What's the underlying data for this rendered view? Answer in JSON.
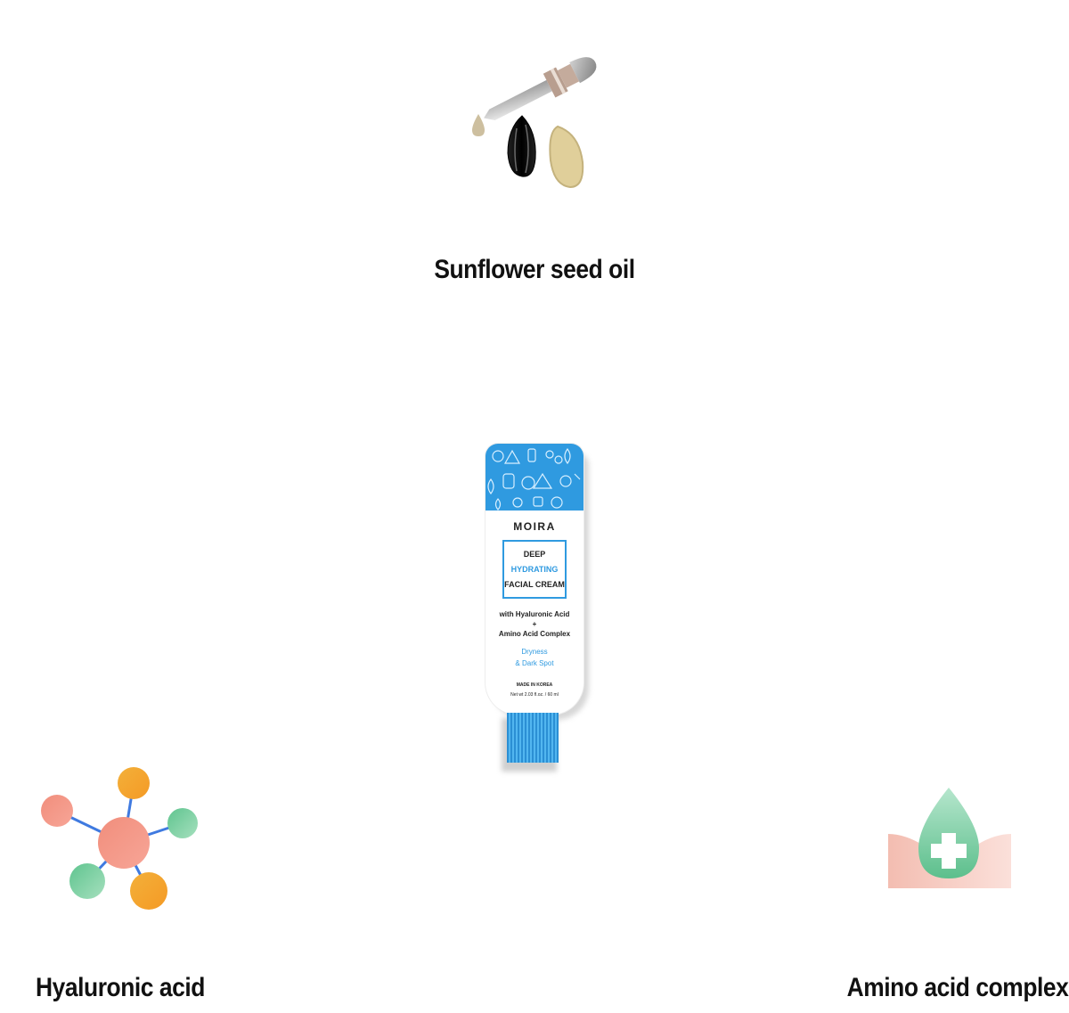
{
  "ingredients": {
    "sunflower": {
      "label": "Sunflower seed oil",
      "icon": "dropper-seeds-icon"
    },
    "hyaluronic": {
      "label": "Hyaluronic acid",
      "icon": "molecule-icon"
    },
    "amino": {
      "label": "Amino acid complex",
      "icon": "drop-plus-icon"
    }
  },
  "product": {
    "brand": "MOIRA",
    "line1": "DEEP",
    "line2": "HYDRATING",
    "line3": "FACIAL CREAM",
    "with1": "with Hyaluronic Acid",
    "plus": "+",
    "with2": "Amino Acid Complex",
    "benefit1": "Dryness",
    "benefit2": "& Dark Spot",
    "origin": "MADE IN KOREA",
    "net": "Net wt 2.03 fl.oz. / 60 ml"
  },
  "colors": {
    "tube_blue": "#2f9ae0",
    "accent_text": "#2f9ae0"
  }
}
